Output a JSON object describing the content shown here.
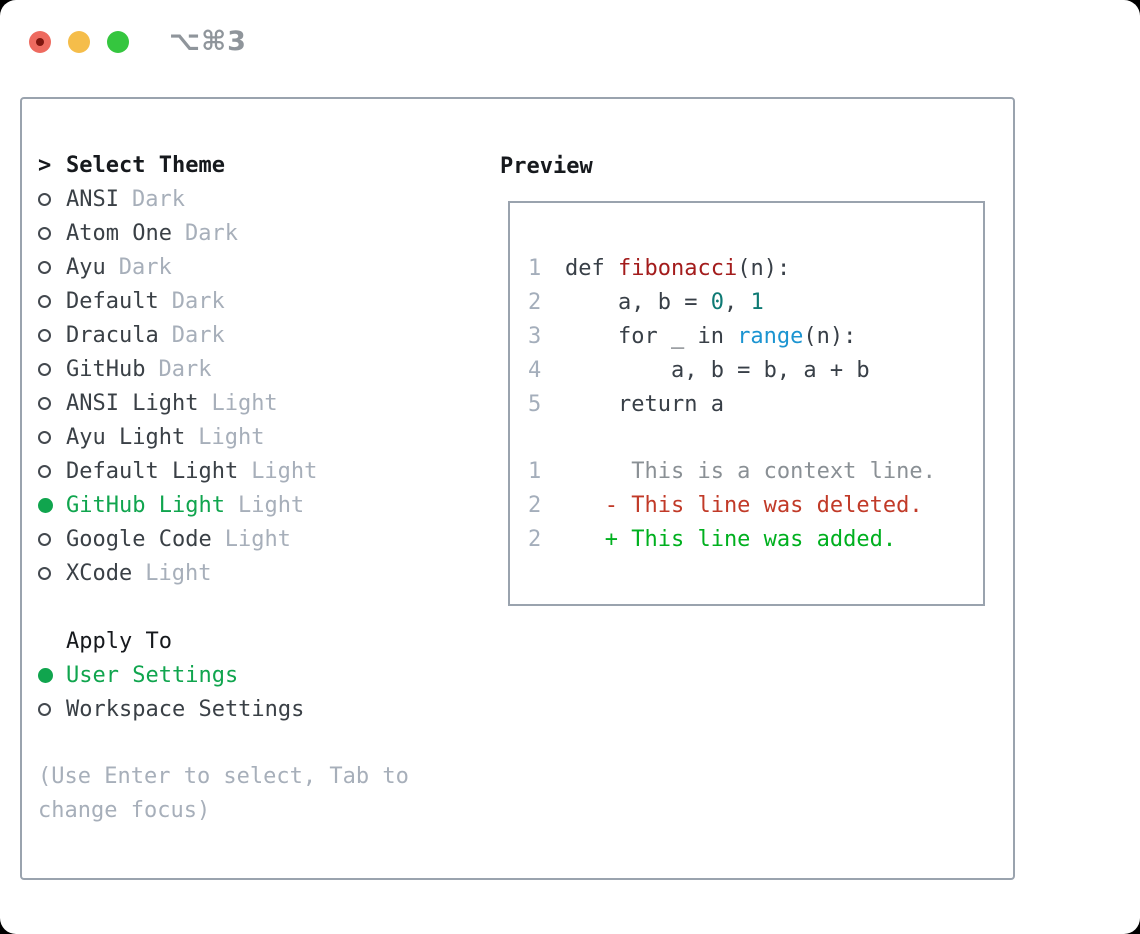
{
  "window": {
    "title": "⌥⌘3"
  },
  "theme_panel": {
    "header": {
      "prompt": ">",
      "label": "Select Theme"
    },
    "themes": [
      {
        "name": "ANSI",
        "variant": "Dark",
        "selected": false
      },
      {
        "name": "Atom One",
        "variant": "Dark",
        "selected": false
      },
      {
        "name": "Ayu",
        "variant": "Dark",
        "selected": false
      },
      {
        "name": "Default",
        "variant": "Dark",
        "selected": false
      },
      {
        "name": "Dracula",
        "variant": "Dark",
        "selected": false
      },
      {
        "name": "GitHub",
        "variant": "Dark",
        "selected": false
      },
      {
        "name": "ANSI Light",
        "variant": "Light",
        "selected": false
      },
      {
        "name": "Ayu Light",
        "variant": "Light",
        "selected": false
      },
      {
        "name": "Default Light",
        "variant": "Light",
        "selected": false
      },
      {
        "name": "GitHub Light",
        "variant": "Light",
        "selected": true
      },
      {
        "name": "Google Code",
        "variant": "Light",
        "selected": false
      },
      {
        "name": "XCode",
        "variant": "Light",
        "selected": false
      }
    ],
    "apply_to": {
      "label": "Apply To",
      "options": [
        {
          "name": "User Settings",
          "selected": true
        },
        {
          "name": "Workspace Settings",
          "selected": false
        }
      ]
    },
    "hint": "(Use Enter to select, Tab to change focus)"
  },
  "preview": {
    "label": "Preview",
    "code_lines": [
      {
        "num": "1",
        "segments": [
          {
            "t": "def ",
            "c": "default"
          },
          {
            "t": "fibonacci",
            "c": "function"
          },
          {
            "t": "(n):",
            "c": "default"
          }
        ]
      },
      {
        "num": "2",
        "segments": [
          {
            "t": "    a, b = ",
            "c": "default"
          },
          {
            "t": "0",
            "c": "literal"
          },
          {
            "t": ", ",
            "c": "default"
          },
          {
            "t": "1",
            "c": "literal"
          }
        ]
      },
      {
        "num": "3",
        "segments": [
          {
            "t": "    for _ in ",
            "c": "default"
          },
          {
            "t": "range",
            "c": "builtin"
          },
          {
            "t": "(n):",
            "c": "default"
          }
        ]
      },
      {
        "num": "4",
        "segments": [
          {
            "t": "        a, b = b, a + b",
            "c": "default"
          }
        ]
      },
      {
        "num": "5",
        "segments": [
          {
            "t": "    return a",
            "c": "default"
          }
        ]
      }
    ],
    "diff_lines": [
      {
        "num": "1",
        "kind": "context",
        "text": "     This is a context line."
      },
      {
        "num": "2",
        "kind": "deleted",
        "text": "   - This line was deleted."
      },
      {
        "num": "2",
        "kind": "added",
        "text": "   + This line was added."
      }
    ]
  },
  "colors": {
    "traffic_red": "#ee6a5f",
    "traffic_red_dot": "#7f150e",
    "traffic_yellow": "#f5bd4a",
    "traffic_green": "#35c63f",
    "title_gray": "#8f959b",
    "border_gray": "#9aa3ae",
    "heading_black": "#16191d",
    "text_primary": "#3a4046",
    "text_muted": "#a7afba",
    "accent_green": "#10a54e",
    "radio_ring": "#44494f",
    "line_number": "#a4aebb",
    "code_default": "#383f47",
    "code_function": "#a31c1c",
    "code_literal": "#0e7a74",
    "code_builtin": "#1b94d1",
    "diff_context": "#8a9095",
    "diff_deleted": "#c13a28",
    "diff_added": "#00b01f"
  }
}
